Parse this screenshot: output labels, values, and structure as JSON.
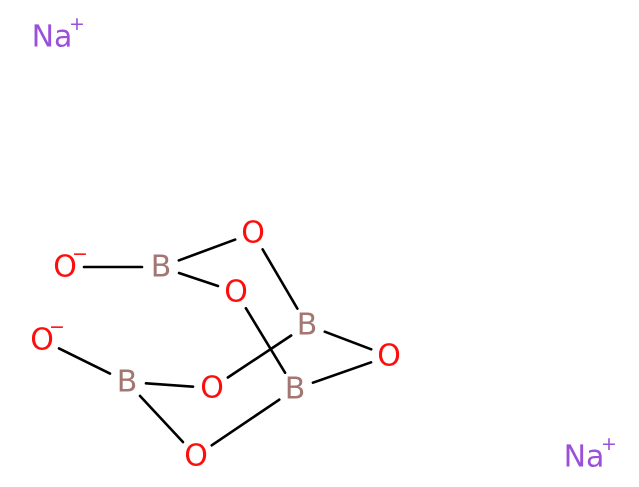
{
  "molecule": {
    "atoms": [
      {
        "id": "na1",
        "element": "Na",
        "charge": "+"
      },
      {
        "id": "na2",
        "element": "Na",
        "charge": "+"
      },
      {
        "id": "o_minus_1",
        "element": "O",
        "charge": "−"
      },
      {
        "id": "o_minus_2",
        "element": "O",
        "charge": "−"
      },
      {
        "id": "b1",
        "element": "B",
        "charge": ""
      },
      {
        "id": "b2",
        "element": "B",
        "charge": ""
      },
      {
        "id": "b3",
        "element": "B",
        "charge": ""
      },
      {
        "id": "b4",
        "element": "B",
        "charge": ""
      },
      {
        "id": "o1",
        "element": "O",
        "charge": ""
      },
      {
        "id": "o2",
        "element": "O",
        "charge": ""
      },
      {
        "id": "o3",
        "element": "O",
        "charge": ""
      },
      {
        "id": "o4",
        "element": "O",
        "charge": ""
      },
      {
        "id": "o5",
        "element": "O",
        "charge": ""
      }
    ],
    "bonds": [
      [
        "o_minus_1",
        "b1"
      ],
      [
        "b1",
        "o1"
      ],
      [
        "b1",
        "o2"
      ],
      [
        "o1",
        "b3"
      ],
      [
        "o2",
        "b4"
      ],
      [
        "b3",
        "o3"
      ],
      [
        "o3",
        "b4"
      ],
      [
        "o_minus_2",
        "b2"
      ],
      [
        "b2",
        "o4"
      ],
      [
        "b2",
        "o5"
      ],
      [
        "o4",
        "b3"
      ],
      [
        "o5",
        "b4"
      ]
    ],
    "colors": {
      "Na": "#9a50d8",
      "O": "#ff0d0d",
      "B": "#a47672",
      "bond": "#000000"
    }
  }
}
